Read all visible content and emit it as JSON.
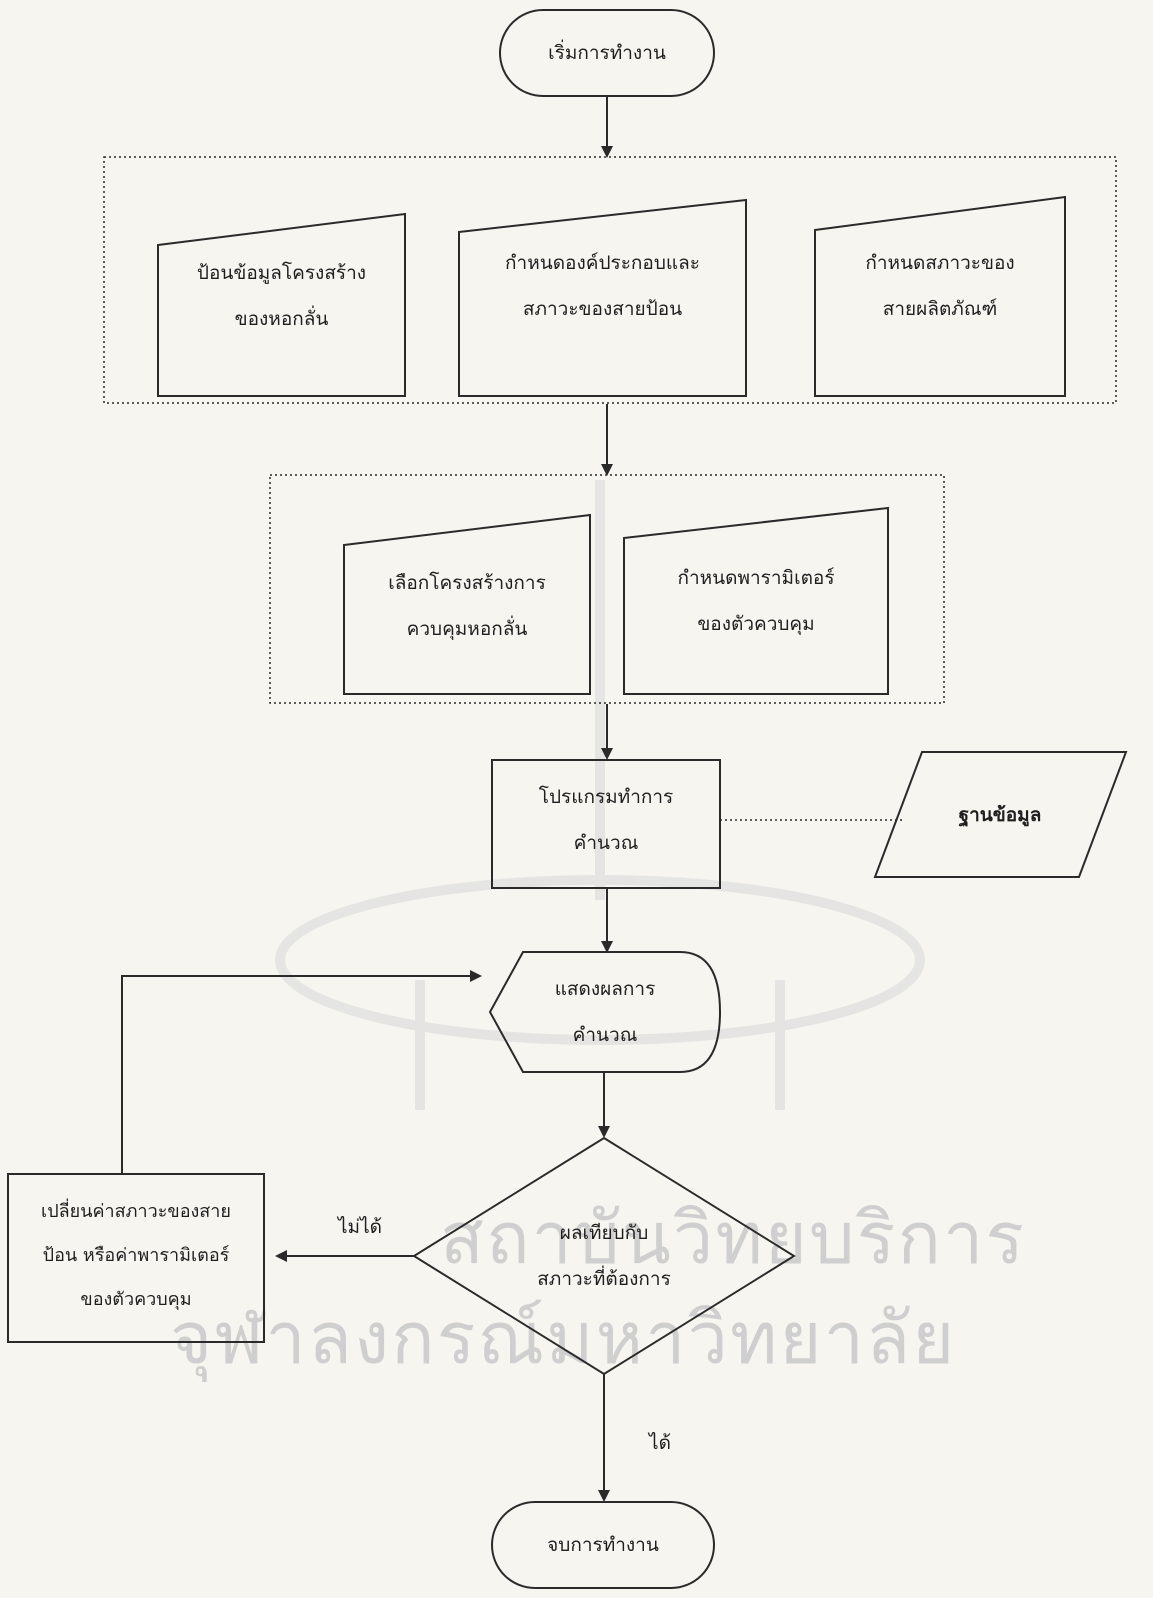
{
  "nodes": {
    "start": "เริ่มการทำงาน",
    "input_structure": [
      "ป้อนข้อมูลโครงสร้าง",
      "ของหอกลั่น"
    ],
    "feed_spec": [
      "กำหนดองค์ประกอบและ",
      "สภาวะของสายป้อน"
    ],
    "product_spec": [
      "กำหนดสภาวะของ",
      "สายผลิตภัณฑ์"
    ],
    "control_structure": [
      "เลือกโครงสร้างการ",
      "ควบคุมหอกลั่น"
    ],
    "controller_params": [
      "กำหนดพารามิเตอร์",
      "ของตัวควบคุม"
    ],
    "program": [
      "โปรแกรมทำการ",
      "คำนวณ"
    ],
    "database": "ฐานข้อมูล",
    "display": [
      "แสดงผลการ",
      "คำนวณ"
    ],
    "decision": [
      "ผลเทียบกับ",
      "สภาวะที่ต้องการ"
    ],
    "adjust": [
      "เปลี่ยนค่าสภาวะของสาย",
      "ป้อน หรือค่าพารามิเตอร์",
      "ของตัวควบคุม"
    ],
    "end": "จบการทำงาน"
  },
  "edges": {
    "no": "ไม่ได้",
    "yes": "ได้"
  },
  "watermark": [
    "สถาบันวิทยบริการ",
    "จุฬาลงกรณ์มหาวิทยาลัย"
  ],
  "colors": {
    "stroke": "#2a2a2a",
    "background": "#f6f5f0",
    "watermark": "#cfcfcf"
  }
}
